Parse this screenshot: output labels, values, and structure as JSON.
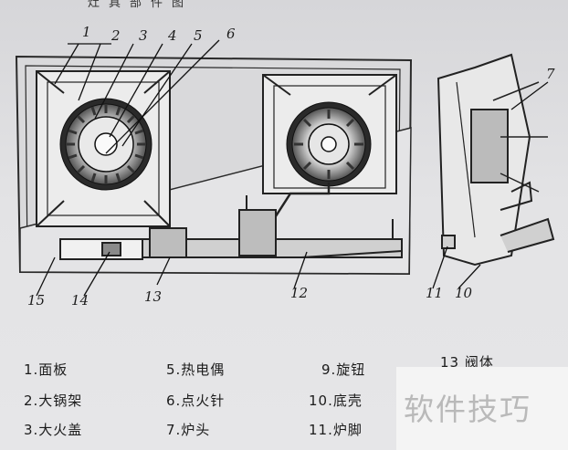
{
  "diagram": {
    "top_fragment": "灶具部件图",
    "callouts": [
      "1",
      "2",
      "3",
      "4",
      "5",
      "6",
      "7",
      "10",
      "11",
      "12",
      "13",
      "14",
      "15"
    ],
    "legend": {
      "col1": [
        "1.面板",
        "2.大锅架",
        "3.大火盖"
      ],
      "col2": [
        "5.热电偶",
        "6.点火针",
        "7.炉头"
      ],
      "col3": [
        "9.旋钮",
        "10.底壳",
        "11.炉脚"
      ],
      "col4": [
        "13 阀体"
      ]
    }
  },
  "watermark": {
    "text": "软件技巧"
  }
}
